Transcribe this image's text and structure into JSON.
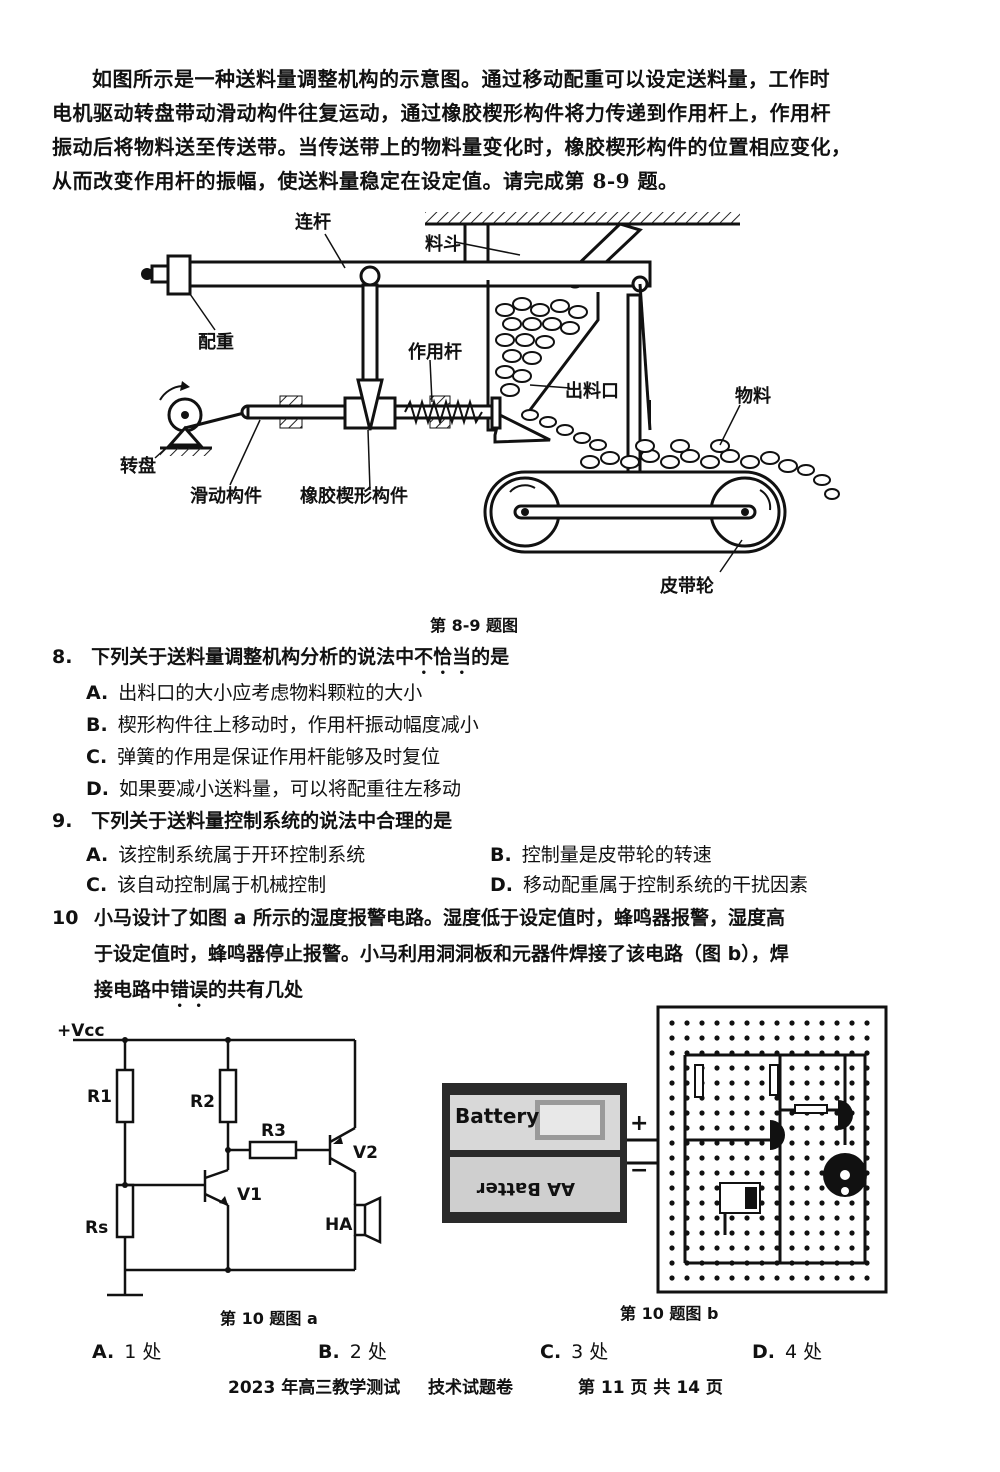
{
  "intro": {
    "line1": "如图所示是一种送料量调整机构的示意图。通过移动配重可以设定送料量，工作时",
    "line2": "电机驱动转盘带动滑动构件往复运动，通过橡胶楔形构件将力传递到作用杆上，作用杆",
    "line3": "振动后将物料送至传送带。当传送带上的物料量变化时，橡胶楔形构件的位置相应变化，",
    "line4": "从而改变作用杆的振幅，使送料量稳定在设定值。请完成第 8-9 题。"
  },
  "fig89": {
    "labels": {
      "lianjie": "连杆",
      "liaodou": "料斗",
      "peizhong": "配重",
      "zuoyonggan": "作用杆",
      "chuliaokou": "出料口",
      "wuliao": "物料",
      "zhuanpan": "转盘",
      "huadong": "滑动构件",
      "xiangjiao": "橡胶楔形构件",
      "pidailun": "皮带轮"
    },
    "caption": "第 8-9 题图"
  },
  "q8": {
    "num": "8.",
    "stem_a": "下列关于送料量调整机构分析的说法中",
    "stem_em": "不恰当",
    "stem_b": "的是",
    "options": [
      {
        "letter": "A.",
        "text": "出料口的大小应考虑物料颗粒的大小"
      },
      {
        "letter": "B.",
        "text": "楔形构件往上移动时，作用杆振动幅度减小"
      },
      {
        "letter": "C.",
        "text": "弹簧的作用是保证作用杆能够及时复位"
      },
      {
        "letter": "D.",
        "text": "如果要减小送料量，可以将配重往左移动"
      }
    ]
  },
  "q9": {
    "num": "9.",
    "stem": "下列关于送料量控制系统的说法中合理的是",
    "options": [
      {
        "letter": "A.",
        "text": "该控制系统属于开环控制系统"
      },
      {
        "letter": "B.",
        "text": "控制量是皮带轮的转速"
      },
      {
        "letter": "C.",
        "text": "该自动控制属于机械控制"
      },
      {
        "letter": "D.",
        "text": "移动配重属于控制系统的干扰因素"
      }
    ]
  },
  "q10": {
    "num": "10",
    "line1": "小马设计了如图 a 所示的湿度报警电路。湿度低于设定值时，蜂鸣器报警，湿度高",
    "line2": "于设定值时，蜂鸣器停止报警。小马利用洞洞板和元器件焊接了该电路（图 b），焊",
    "line3_a": "接电路中",
    "line3_em": "错误",
    "line3_b": "的共有几处",
    "fig_a": {
      "vcc": "+Vcc",
      "r1": "R1",
      "r2": "R2",
      "r3": "R3",
      "rs": "Rs",
      "v1": "V1",
      "v2": "V2",
      "ha": "HA",
      "caption": "第 10 题图 a"
    },
    "fig_b": {
      "battery_top": "Battery",
      "battery_bottom": "AA Batter",
      "plus": "+",
      "minus": "−",
      "caption": "第 10 题图 b"
    },
    "options": [
      {
        "letter": "A.",
        "text": "1 处"
      },
      {
        "letter": "B.",
        "text": "2 处"
      },
      {
        "letter": "C.",
        "text": "3 处"
      },
      {
        "letter": "D.",
        "text": "4 处"
      }
    ]
  },
  "footer": {
    "exam": "2023 年高三教学测试",
    "subject": "技术试题卷",
    "page": "第 11 页  共 14 页"
  }
}
